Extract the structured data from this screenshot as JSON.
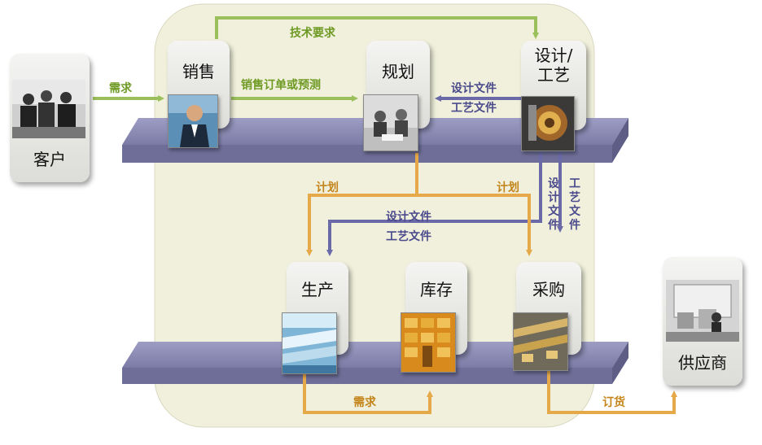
{
  "nodes": {
    "customer": "客户",
    "sales": "销售",
    "planning": "规划",
    "design": "设计/\n工艺",
    "production": "生产",
    "inventory": "库存",
    "purchasing": "采购",
    "supplier": "供应商"
  },
  "flows": {
    "tech_req": "技术要求",
    "demand_in": "需求",
    "sales_order": "销售订单或预测",
    "design_doc": "设计文件",
    "process_doc": "工艺文件",
    "plan_left": "计划",
    "plan_right": "计划",
    "mid_design_doc": "设计文件",
    "mid_process_doc": "工艺文件",
    "vert_design_doc": "设计文件",
    "vert_process_doc": "工艺文件",
    "demand_bottom": "需求",
    "order_goods": "订货"
  },
  "colors": {
    "green_arrow": "#9bbf5a",
    "orange_arrow": "#e6a94a",
    "purple_arrow": "#6a6aa8",
    "shelf": "#7f7fa8",
    "background_panel": "#f0f0dc"
  }
}
